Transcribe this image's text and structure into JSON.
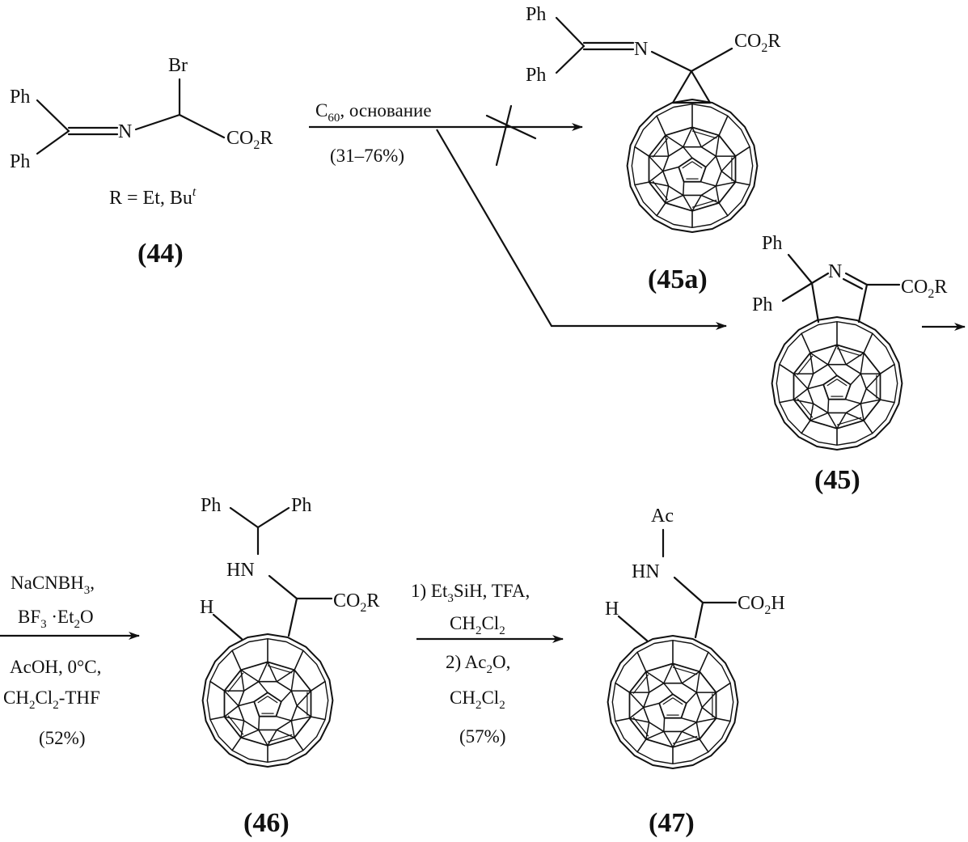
{
  "compounds": {
    "c44": {
      "label": "44",
      "ph1": "Ph",
      "ph2": "Ph",
      "n": "N",
      "br": "Br",
      "ester": "CO",
      "ester_sub": "2",
      "ester_r": "R",
      "r_def": "R = Et, Bu",
      "r_sup": "t"
    },
    "c45a": {
      "label": "45a",
      "ph1": "Ph",
      "ph2": "Ph",
      "n": "N",
      "ester": "CO",
      "ester_sub": "2",
      "ester_r": "R"
    },
    "c45": {
      "label": "45",
      "ph1": "Ph",
      "ph2": "Ph",
      "n": "N",
      "ester": "CO",
      "ester_sub": "2",
      "ester_r": "R"
    },
    "c46": {
      "label": "46",
      "ph1": "Ph",
      "ph2": "Ph",
      "hn": "HN",
      "h": "H",
      "ester": "CO",
      "ester_sub": "2",
      "ester_r": "R"
    },
    "c47": {
      "label": "47",
      "ac": "Ac",
      "hn": "HN",
      "h": "H",
      "acid": "CO",
      "acid_sub": "2",
      "acid_h": "H"
    }
  },
  "step1": {
    "reagent": "C",
    "reagent_sub": "60",
    "reagent_rest": ", основание",
    "yield": "(31–76%)"
  },
  "step2": {
    "l1": "NaCNBH",
    "l1_sub": "3",
    "l1_end": ",",
    "l2a": "BF",
    "l2_sub": "3",
    "l2b": " ·Et",
    "l2_sub2": "2",
    "l2c": "O",
    "l3": "AcOH, 0°C,",
    "l4a": "CH",
    "l4_sub": "2",
    "l4b": "Cl",
    "l4_sub2": "2",
    "l4c": "-THF",
    "yield": "(52%)"
  },
  "step3": {
    "l1a": "1) Et",
    "l1_sub": "3",
    "l1b": "SiH, TFA,",
    "l2a": "CH",
    "l2_sub": "2",
    "l2b": "Cl",
    "l2_sub2": "2",
    "l3a": "2) Ac",
    "l3_sub": "2",
    "l3b": "O,",
    "l4a": "CH",
    "l4_sub": "2",
    "l4b": "Cl",
    "l4_sub2": "2",
    "yield": "(57%)"
  }
}
